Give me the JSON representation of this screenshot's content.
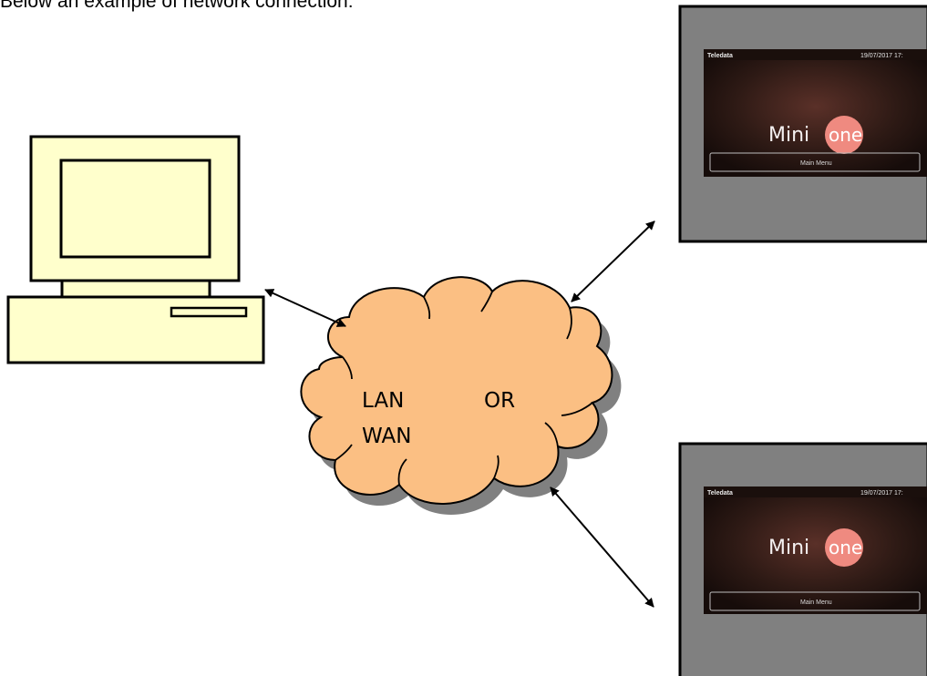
{
  "caption": "Below an example of network connection:",
  "network": {
    "label_lan": "LAN",
    "label_wan": "WAN",
    "label_or": "OR"
  },
  "devices": [
    {
      "screen_title": "Teledata",
      "screen_datetime": "19/07/2017 17:",
      "logo_left": "Mini",
      "logo_right": "one",
      "menu_label": "Main Menu"
    },
    {
      "screen_title": "Teledata",
      "screen_datetime": "19/07/2017 17:",
      "logo_left": "Mini",
      "logo_right": "one",
      "menu_label": "Main Menu"
    }
  ],
  "colors": {
    "computer_fill": "#ffffcc",
    "cloud_fill": "#fbbf83",
    "cloud_shadow": "#808080",
    "device_frame": "#808080",
    "screen_bg": "#2a1814",
    "logo_circle": "#ef8a80"
  }
}
